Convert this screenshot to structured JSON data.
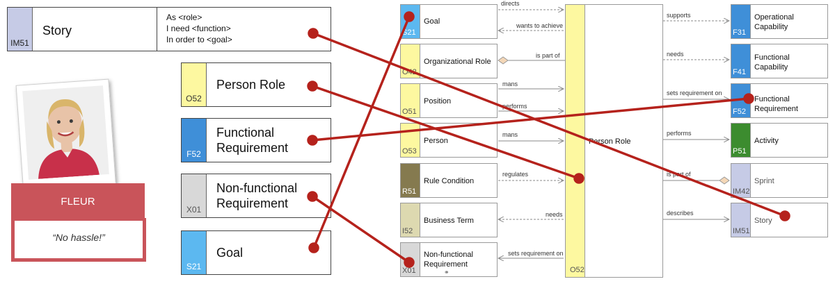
{
  "story_card": {
    "code": "IM51",
    "title": "Story",
    "lines": [
      "As <role>",
      "I need <function>",
      "In order to <goal>"
    ]
  },
  "role_cards": [
    {
      "code": "O52",
      "title": "Person Role",
      "color": "#fdf8a0"
    },
    {
      "code": "F52",
      "title": "Functional Requirement",
      "color": "#3f8fd8"
    },
    {
      "code": "X01",
      "title": "Non-functional Requirement",
      "color": "#d8d8d8"
    },
    {
      "code": "S21",
      "title": "Goal",
      "color": "#5cb8f0"
    }
  ],
  "persona": {
    "name": "FLEUR",
    "quote": "“No hassle!”",
    "accent": "#c9545a"
  },
  "metamodel": {
    "left_nodes": [
      {
        "code": "S21",
        "label": "Goal",
        "color": "#5cb8f0"
      },
      {
        "code": "O42",
        "label": "Organizational Role",
        "color": "#fdf8a0"
      },
      {
        "code": "O51",
        "label": "Position",
        "color": "#fdf8a0"
      },
      {
        "code": "O53",
        "label": "Person",
        "color": "#fdf8a0"
      },
      {
        "code": "R51",
        "label": "Rule Condition",
        "color": "#857a4f"
      },
      {
        "code": "I52",
        "label": "Business Term",
        "color": "#ddd9b0"
      },
      {
        "code": "X01",
        "label": "Non-functional Requirement",
        "color": "#d8d8d8"
      }
    ],
    "center_node": {
      "code": "O52",
      "label": "Person Role",
      "color": "#fdf8a0"
    },
    "right_nodes": [
      {
        "code": "F31",
        "label": "Operational Capability",
        "color": "#3f8fd8"
      },
      {
        "code": "F41",
        "label": "Functional Capability",
        "color": "#3f8fd8"
      },
      {
        "code": "F52",
        "label": "Functional Requirement",
        "color": "#3f8fd8"
      },
      {
        "code": "P51",
        "label": "Activity",
        "color": "#3c8c2f"
      },
      {
        "code": "IM42",
        "label": "Sprint",
        "color": "#c6cbe6"
      },
      {
        "code": "IM51",
        "label": "Story",
        "color": "#c6cbe6"
      }
    ],
    "left_relations": [
      "directs",
      "wants to achieve",
      "is part of",
      "mans",
      "performs",
      "mans",
      "regulates",
      "needs",
      "sets requirement on"
    ],
    "right_relations": [
      "supports",
      "needs",
      "sets requirement on",
      "performs",
      "is part of",
      "describes"
    ]
  },
  "colors": {
    "connector": "#b5221c"
  }
}
